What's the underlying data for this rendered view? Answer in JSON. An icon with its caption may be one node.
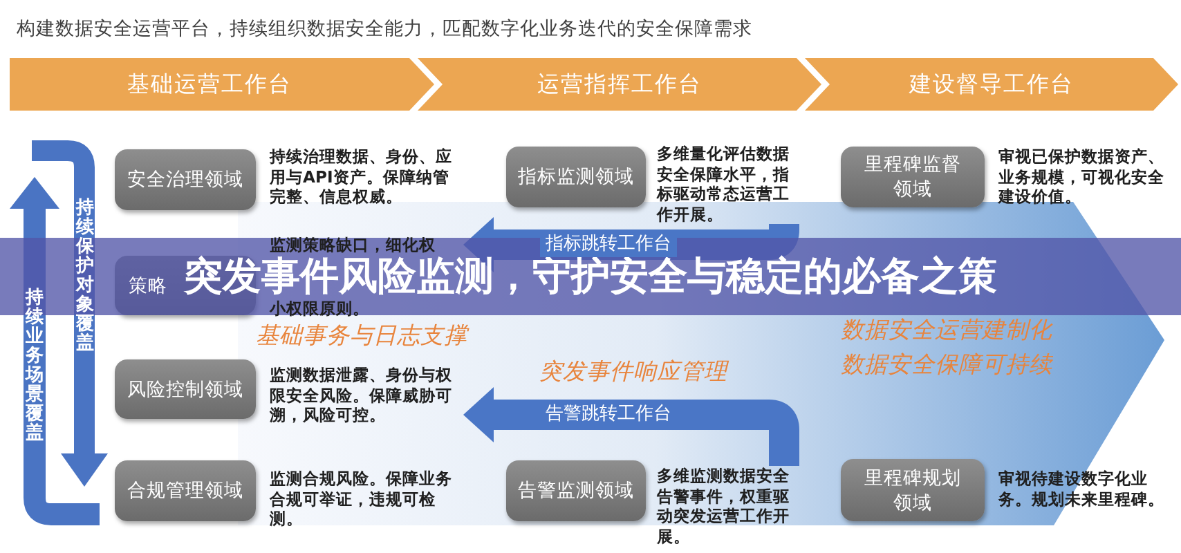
{
  "diagram": {
    "title": "突发事件风险监测，守护安全与稳定的必备之策",
    "nodes": [
      {
        "text": [
          "基础运营工作台"
        ]
      },
      {
        "text": [
          "运营指挥工作台"
        ]
      },
      {
        "text": [
          "建设督导工作台"
        ]
      },
      {
        "text": [
          "安全治理领域"
        ],
        "beside": [
          "持续治理数据、身份、应用与API资产。保障纳管完整、信息权威。"
        ]
      },
      {
        "text": [
          "指标监测领域"
        ]
      },
      {
        "text": [
          "多维量化评估数据安全保障水平，指标驱动常态运营工作开展。"
        ]
      },
      {
        "text": [
          "里程碑监督领域"
        ],
        "beside": [
          "审视已保护数据资产、业务规模，可视化安全建设价值。"
        ]
      },
      {
        "text": [
          "策略"
        ]
      },
      {
        "text": [
          "监测策略缺口，细化权",
          "小权限原则。"
        ]
      },
      {
        "text": [
          "风险控制领域"
        ]
      },
      {
        "text": [
          "监测数据泄露、身份与权限安全风险。保障威胁可溯，风险可控。"
        ]
      },
      {
        "text": [
          "合规管理领域"
        ],
        "beside": [
          "监测合规风险。保障业务合规可举证，违规可检测。"
        ]
      },
      {
        "text": [
          "告警监测领域"
        ]
      },
      {
        "text": [
          "多维监测数据安全告警事件，权重驱动突发运营工作开展。"
        ]
      },
      {
        "text": [
          "里程碑规划领域"
        ],
        "beside": [
          "审视待建设数字化业务。规划未来里程碑。"
        ]
      }
    ],
    "edges": [
      {
        "from": 5,
        "to": 8,
        "arrow": "to",
        "label": "指标跳转工作台"
      },
      {
        "from": 13,
        "to": 10,
        "arrow": "to",
        "label": "告警跳转工作台"
      }
    ],
    "labels": [
      "构建数据安全运营平台，持续组织数据安全能力，匹配数字化业务迭代的安全保障需求",
      "持续保护对象覆盖",
      "持续业务场景覆盖",
      "数据安全运营建制化",
      "基础事务与日志支撑",
      "数据安全保障可持续",
      "突发事件响应管理"
    ]
  }
}
